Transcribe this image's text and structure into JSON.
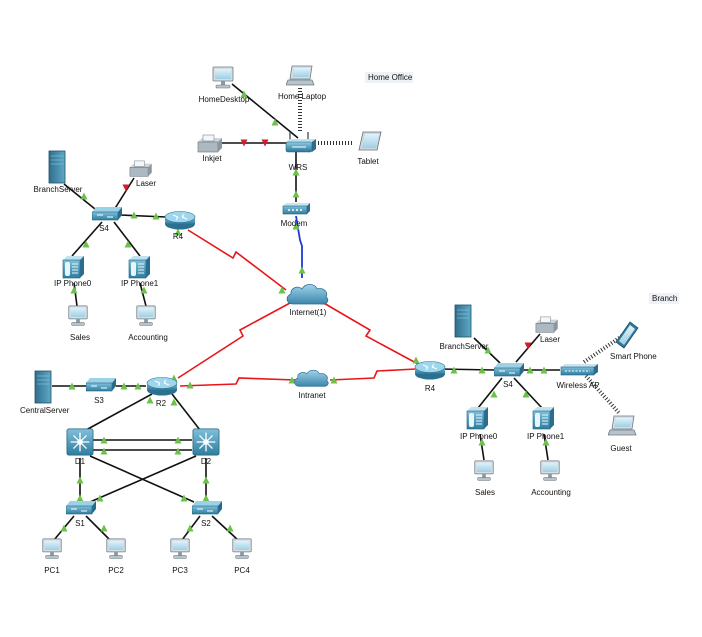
{
  "areas": {
    "home_office": "Home Office",
    "branch": "Branch"
  },
  "devices": {
    "home_desktop": "HomeDesktop",
    "home_laptop": "Home Laptop",
    "inkjet": "Inkjet",
    "wrs": "WRS",
    "tablet": "Tablet",
    "modem": "Modem",
    "internet": "Internet(1)",
    "intranet": "Intranet",
    "branch_server_left": "BranchServer",
    "laser_left": "Laser",
    "s4_left": "S4",
    "r4_left": "R4",
    "ip_phone0_left": "IP Phone0",
    "ip_phone1_left": "IP Phone1",
    "sales_left": "Sales",
    "accounting_left": "Accounting",
    "central_server": "CentralServer",
    "s3": "S3",
    "r2": "R2",
    "d1": "D1",
    "d2": "D2",
    "s1": "S1",
    "s2": "S2",
    "pc1": "PC1",
    "pc2": "PC2",
    "pc3": "PC3",
    "pc4": "PC4",
    "branch_server_right": "BranchServer",
    "laser_right": "Laser",
    "r4_right": "R4",
    "s4_right": "S4",
    "wireless_ap": "Wireless AP",
    "smart_phone": "Smart Phone",
    "guest": "Guest",
    "ip_phone0_right": "IP Phone0",
    "ip_phone1_right": "IP Phone1",
    "sales_right": "Sales",
    "accounting_right": "Accounting"
  },
  "colors": {
    "ethernet": "#111111",
    "serial": "#e8161b",
    "coax": "#1a3bd6",
    "wireless": "#333333",
    "link_up": "#6cc14a",
    "link_down": "#d21d2a",
    "device_blue": "#3e8fb0",
    "device_dark": "#2d6f8d"
  }
}
